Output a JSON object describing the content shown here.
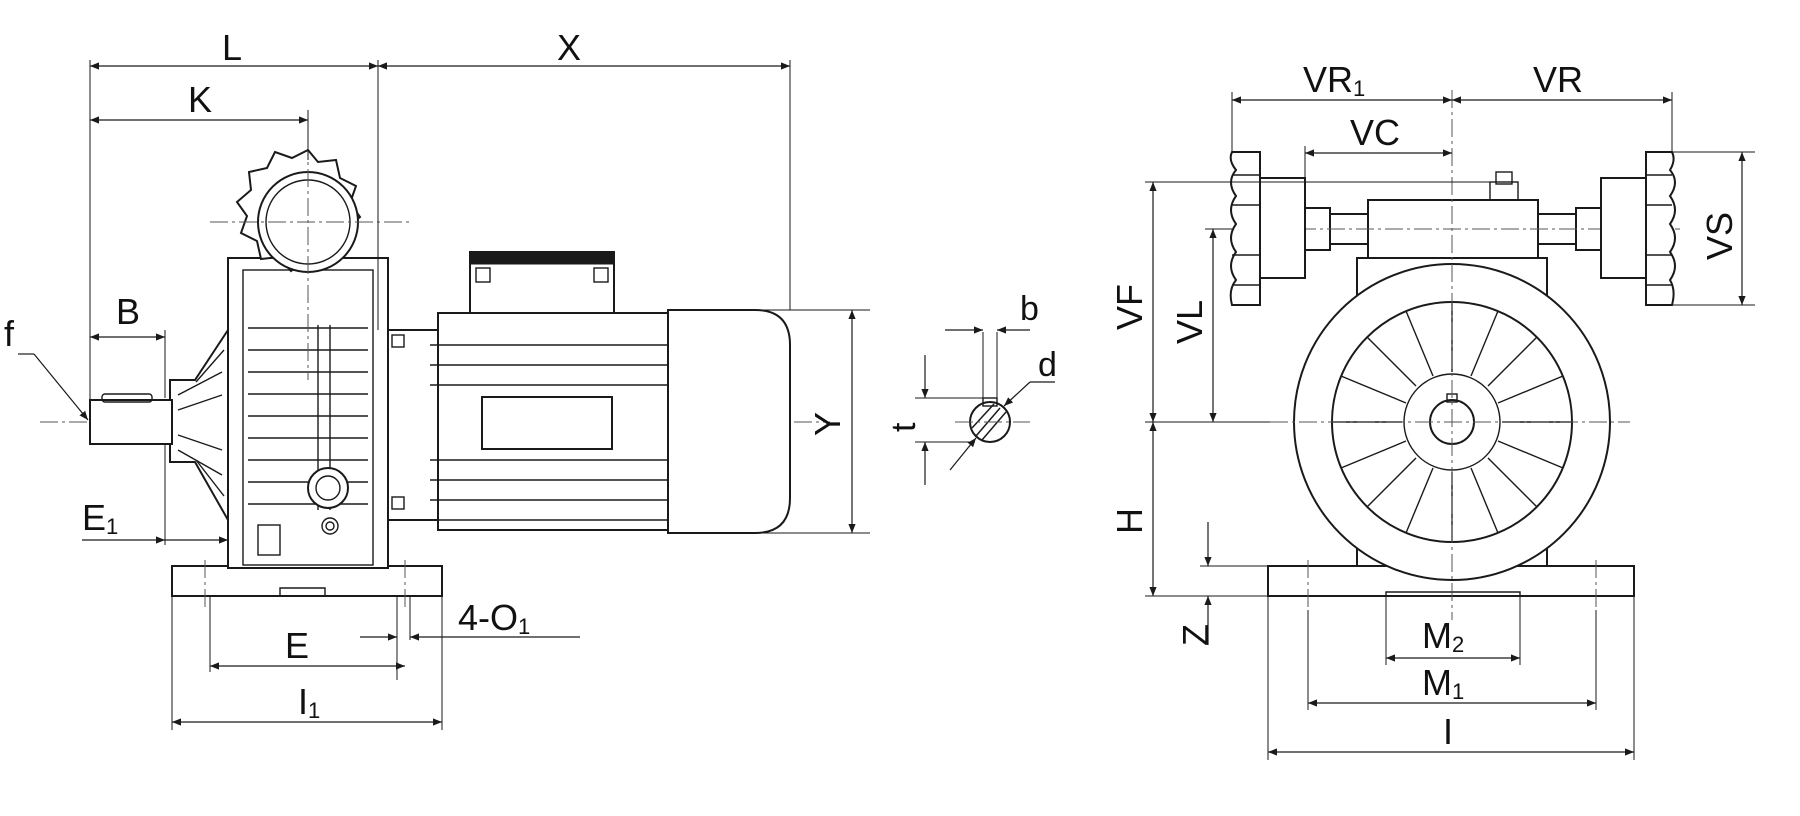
{
  "labels": {
    "L": "L",
    "X": "X",
    "K": "K",
    "B": "B",
    "f": "f",
    "E1_main": "E",
    "E1_sub": "1",
    "E": "E",
    "four_O1_main": "4-O",
    "four_O1_sub": "1",
    "I1_main": "I",
    "I1_sub": "1",
    "Y": "Y",
    "b": "b",
    "d": "d",
    "t": "t",
    "VR1_main": "VR",
    "VR1_sub": "1",
    "VR": "VR",
    "VC": "VC",
    "VS": "VS",
    "VF": "VF",
    "VL": "VL",
    "H": "H",
    "Z": "Z",
    "M2_main": "M",
    "M2_sub": "2",
    "M1_main": "M",
    "M1_sub": "1",
    "I": "I"
  },
  "colors": {
    "line": "#1a1a1a",
    "background": "#ffffff"
  }
}
